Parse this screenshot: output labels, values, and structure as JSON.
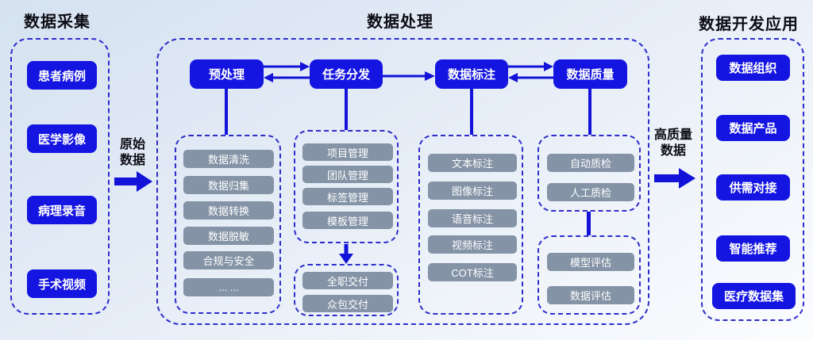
{
  "collection_panel": {
    "title": "数据采集",
    "items": [
      {
        "label": "患者病例"
      },
      {
        "label": "医学影像"
      },
      {
        "label": "病理录音"
      },
      {
        "label": "手术视频"
      }
    ]
  },
  "raw_arrow": {
    "line1": "原始",
    "line2": "数据"
  },
  "process_panel": {
    "title": "数据处理",
    "nodes": [
      {
        "label": "预处理"
      },
      {
        "label": "任务分发"
      },
      {
        "label": "数据标注"
      },
      {
        "label": "数据质量"
      }
    ],
    "preprocess_items": [
      "数据清洗",
      "数据归集",
      "数据转换",
      "数据脱敏",
      "合规与安全",
      "... ..."
    ],
    "dispatch_items": [
      "项目管理",
      "团队管理",
      "标签管理",
      "模板管理"
    ],
    "delivery_items": [
      "全职交付",
      "众包交付"
    ],
    "annotation_items": [
      "文本标注",
      "图像标注",
      "语音标注",
      "视频标注",
      "COT标注"
    ],
    "quality_items": [
      "自动质检",
      "人工质检"
    ],
    "evaluation_items": [
      "模型评估",
      "数据评估"
    ]
  },
  "hq_arrow": {
    "line1": "高质量",
    "line2": "数据"
  },
  "app_panel": {
    "title": "数据开发应用",
    "items": [
      {
        "label": "数据组织"
      },
      {
        "label": "数据产品"
      },
      {
        "label": "供需对接"
      },
      {
        "label": "智能推荐"
      },
      {
        "label": "医疗数据集"
      }
    ]
  },
  "colors": {
    "primary_blue": "#1515e2",
    "dashed_border": "#2d2dcc",
    "gray_chip": "#8493a6",
    "arrow_blue": "#1212d8"
  }
}
